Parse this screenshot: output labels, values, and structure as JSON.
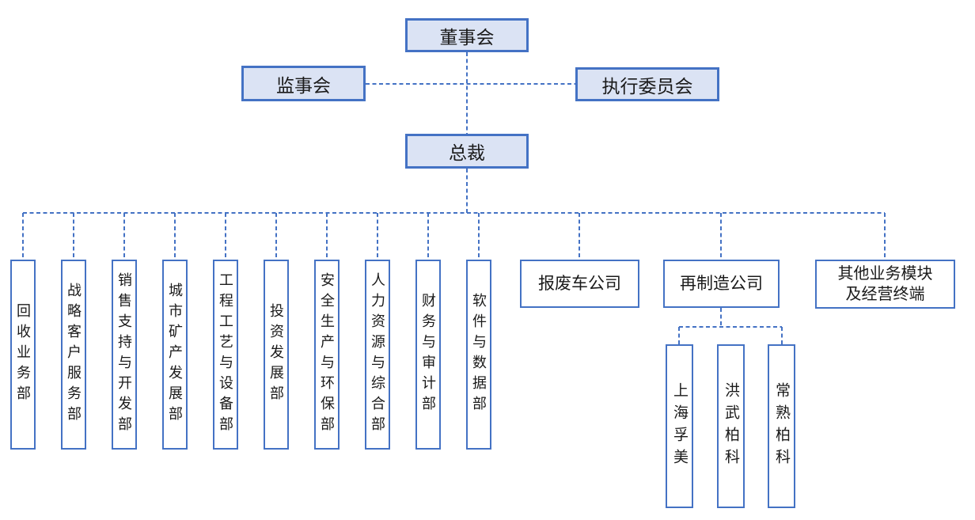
{
  "org": {
    "top": {
      "board": "董事会",
      "supervisory": "监事会",
      "executive_committee": "执行委员会",
      "president": "总裁"
    },
    "departments": [
      {
        "label": "回收业务部"
      },
      {
        "label": "战略客户服务部"
      },
      {
        "label": "销售支持与开发部"
      },
      {
        "label": "城市矿产发展部"
      },
      {
        "label": "工程工艺与设备部"
      },
      {
        "label": "投资发展部"
      },
      {
        "label": "安全生产与环保部"
      },
      {
        "label": "人力资源与综合部"
      },
      {
        "label": "财务与审计部"
      },
      {
        "label": "软件与数据部"
      }
    ],
    "companies": [
      {
        "label": "报废车公司"
      },
      {
        "label": "再制造公司"
      },
      {
        "line1": "其他业务模块",
        "line2": "及经营终端"
      }
    ],
    "remanufacturing_subsidiaries": [
      {
        "label": "上海孚美"
      },
      {
        "label": "洪武柏科"
      },
      {
        "label": "常熟柏科"
      }
    ],
    "colors": {
      "box_border": "#4472c4",
      "accent_fill": "#dbe3f4",
      "plain_fill": "#ffffff",
      "connector": "#4472c4",
      "text": "#1a1a1a",
      "background": "#ffffff"
    }
  }
}
